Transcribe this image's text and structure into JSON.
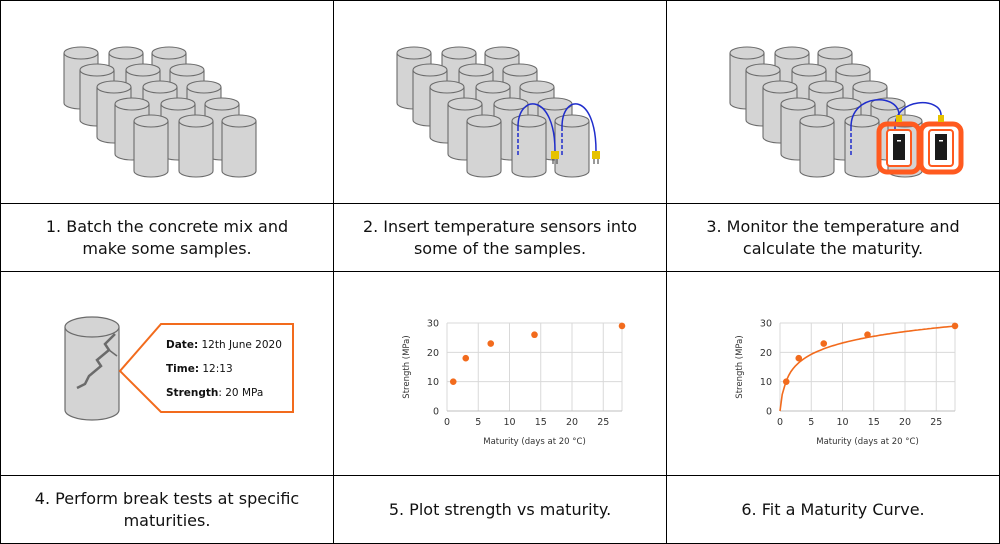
{
  "captions": [
    "1. Batch the concrete mix and make some samples.",
    "2. Insert temperature sensors into some of the samples.",
    "3. Monitor the temperature and calculate the maturity.",
    "4. Perform break tests at specific maturities.",
    "5. Plot strength vs maturity.",
    "6. Fit a Maturity Curve."
  ],
  "break_test": {
    "date_label": "Date:",
    "date_value": " 12th June 2020",
    "time_label": "Time:",
    "time_value": " 12:13",
    "strength_label": "Strength",
    "strength_value": ": 20 MPa"
  },
  "colors": {
    "cylinder_fill": "#d4d4d4",
    "cylinder_stroke": "#6b6b6b",
    "sensor_wire": "#1f2dcc",
    "sensor_plug": "#e6c200",
    "logger": "#ff5a1f",
    "data_point": "#f26b1d",
    "callout_border": "#f26b1d"
  },
  "chart_data": [
    {
      "type": "scatter",
      "xlabel": "Maturity  (days at 20 °C)",
      "ylabel": "Strength  (MPa)",
      "xlim": [
        0,
        28
      ],
      "ylim": [
        0,
        30
      ],
      "xticks": [
        "0",
        "5",
        "10",
        "15",
        "20",
        "25"
      ],
      "yticks": [
        "0",
        "10",
        "20",
        "30"
      ],
      "grid": true,
      "points": [
        {
          "x": 1,
          "y": 10
        },
        {
          "x": 3,
          "y": 18
        },
        {
          "x": 7,
          "y": 23
        },
        {
          "x": 14,
          "y": 26
        },
        {
          "x": 28,
          "y": 29
        }
      ]
    },
    {
      "type": "scatter",
      "xlabel": "Maturity  (days at 20 °C)",
      "ylabel": "Strength  (MPa)",
      "xlim": [
        0,
        28
      ],
      "ylim": [
        0,
        30
      ],
      "xticks": [
        "0",
        "5",
        "10",
        "15",
        "20",
        "25"
      ],
      "yticks": [
        "0",
        "10",
        "20",
        "30"
      ],
      "grid": true,
      "fit_curve": true,
      "points": [
        {
          "x": 1,
          "y": 10
        },
        {
          "x": 3,
          "y": 18
        },
        {
          "x": 7,
          "y": 23
        },
        {
          "x": 14,
          "y": 26
        },
        {
          "x": 28,
          "y": 29
        }
      ]
    }
  ]
}
